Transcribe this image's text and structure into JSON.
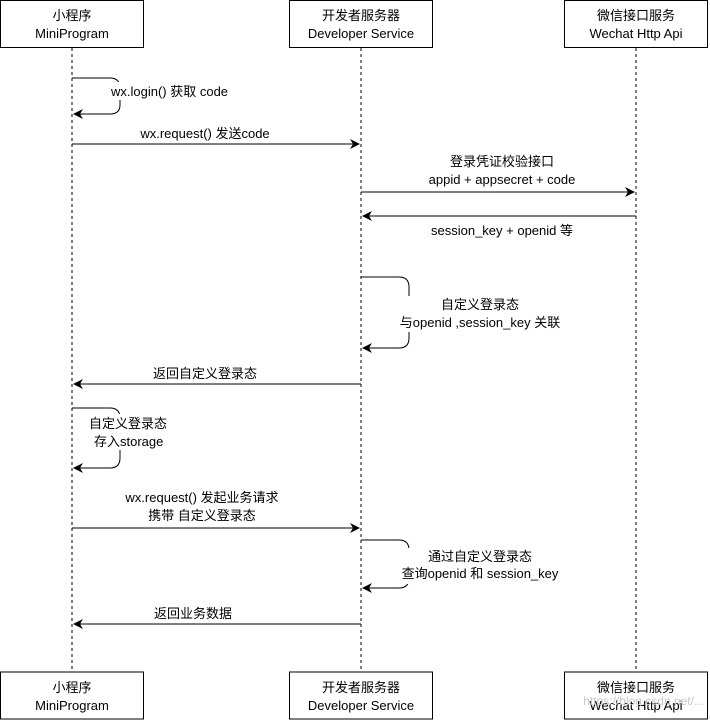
{
  "participants": [
    {
      "id": "mp",
      "name_cn": "小程序",
      "name_en": "MiniProgram"
    },
    {
      "id": "dev",
      "name_cn": "开发者服务器",
      "name_en": "Developer Service"
    },
    {
      "id": "wx",
      "name_cn": "微信接口服务",
      "name_en": "Wechat Http Api"
    }
  ],
  "messages": [
    {
      "id": "login",
      "kind": "self",
      "lines": [
        "wx.login() 获取 code"
      ]
    },
    {
      "id": "send-code",
      "kind": "arrow",
      "lines": [
        "wx.request() 发送code"
      ]
    },
    {
      "id": "verify",
      "kind": "arrow",
      "lines": [
        "登录凭证校验接口",
        "appid + appsecret + code"
      ]
    },
    {
      "id": "session-return",
      "kind": "arrow",
      "lines": [
        "session_key + openid 等"
      ]
    },
    {
      "id": "custom-state",
      "kind": "self",
      "lines": [
        "自定义登录态",
        "与openid ,session_key 关联"
      ]
    },
    {
      "id": "return-state",
      "kind": "arrow",
      "lines": [
        "返回自定义登录态"
      ]
    },
    {
      "id": "store-state",
      "kind": "self",
      "lines": [
        "自定义登录态",
        "存入storage"
      ]
    },
    {
      "id": "business-request",
      "kind": "arrow",
      "lines": [
        "wx.request() 发起业务请求",
        "携带 自定义登录态"
      ]
    },
    {
      "id": "query-session",
      "kind": "self",
      "lines": [
        "通过自定义登录态",
        "查询openid 和 session_key"
      ]
    },
    {
      "id": "return-data",
      "kind": "arrow",
      "lines": [
        "返回业务数据"
      ]
    }
  ],
  "watermark": "https://blog.csdn.net/..."
}
